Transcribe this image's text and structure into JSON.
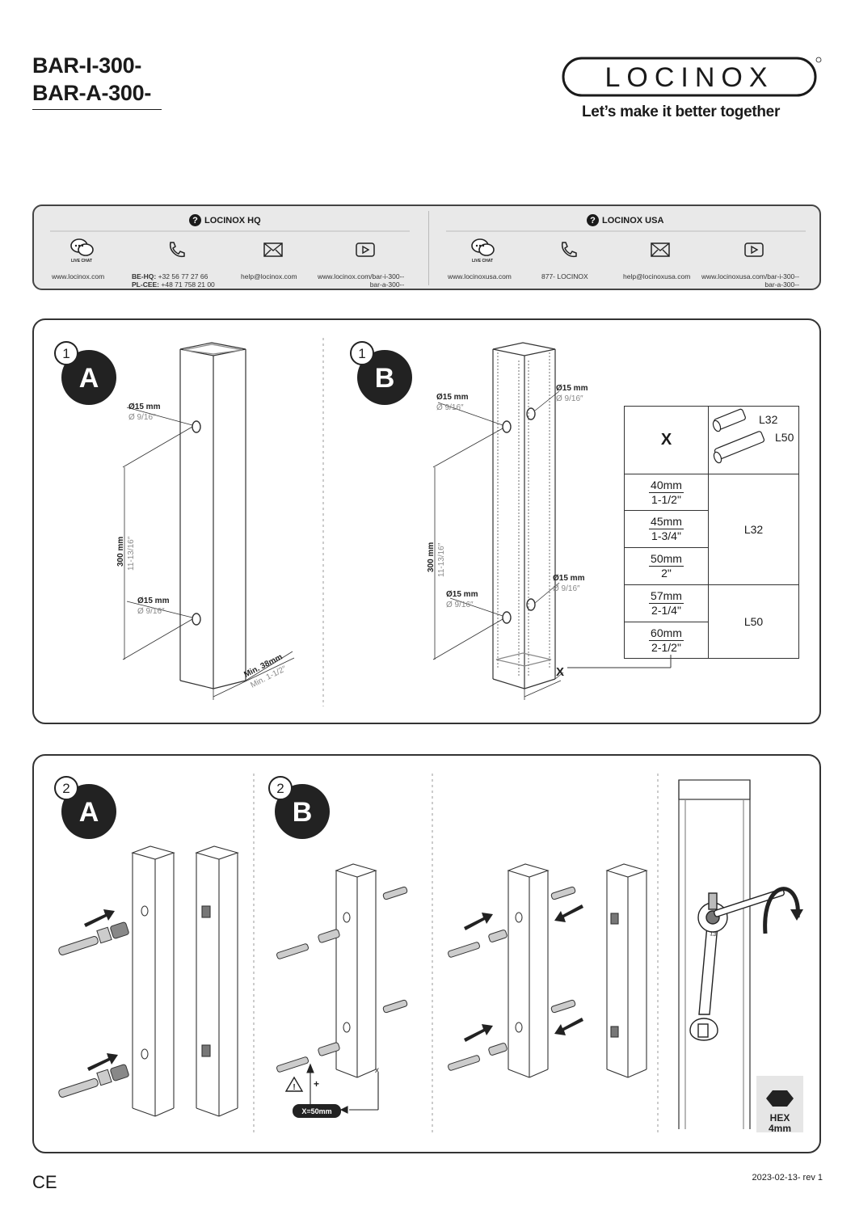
{
  "header": {
    "title_line1": "BAR-I-300-",
    "title_line2": "BAR-A-300-",
    "logo_text": "LOCINOX",
    "tagline": "Let’s make it better together"
  },
  "contact": {
    "hq": {
      "title": "LOCINOX HQ",
      "live_chat": "LIVE CHAT",
      "web": "www.locinox.com",
      "phone_line1_label": "BE-HQ:",
      "phone_line1_value": "+32 56 77 27 66",
      "phone_line2_label": "PL-CEE:",
      "phone_line2_value": "+48 71 758 21 00",
      "email": "help@locinox.com",
      "video_line1": "www.locinox.com/bar-i-300--",
      "video_line2": "bar-a-300--"
    },
    "usa": {
      "title": "LOCINOX USA",
      "live_chat": "LIVE CHAT",
      "web": "www.locinoxusa.com",
      "phone": "877- LOCINOX",
      "email": "help@locinoxusa.com",
      "video_line1": "www.locinoxusa.com/bar-i-300--",
      "video_line2": "bar-a-300--"
    }
  },
  "step1": {
    "a_number": "1",
    "a_letter": "A",
    "b_number": "1",
    "b_letter": "B",
    "hole_mm": "Ø15 mm",
    "hole_in": "Ø 9/16″",
    "spacing_mm": "300 mm",
    "spacing_in": "11-13/16″",
    "min_mm": "Min. 38mm",
    "min_in": "Min. 1-1/2″",
    "x_marker": "X"
  },
  "table": {
    "header_x": "X",
    "l32": "L32",
    "l50": "L50",
    "rows": [
      {
        "mm": "40mm",
        "inch": "1-1/2\""
      },
      {
        "mm": "45mm",
        "inch": "1-3/4\""
      },
      {
        "mm": "50mm",
        "inch": "2\""
      },
      {
        "mm": "57mm",
        "inch": "2-1/4\""
      },
      {
        "mm": "60mm",
        "inch": "2-1/2\""
      }
    ]
  },
  "step2": {
    "a_number": "2",
    "a_letter": "A",
    "b_number": "2",
    "b_letter": "B",
    "x_marker": "x",
    "plus": "+",
    "x50": "X=50mm",
    "hex_line1": "HEX",
    "hex_line2": "4mm",
    "wrench_mark": "13"
  },
  "footer": {
    "ce": "CE",
    "date": "2023-02-13- rev 1"
  }
}
